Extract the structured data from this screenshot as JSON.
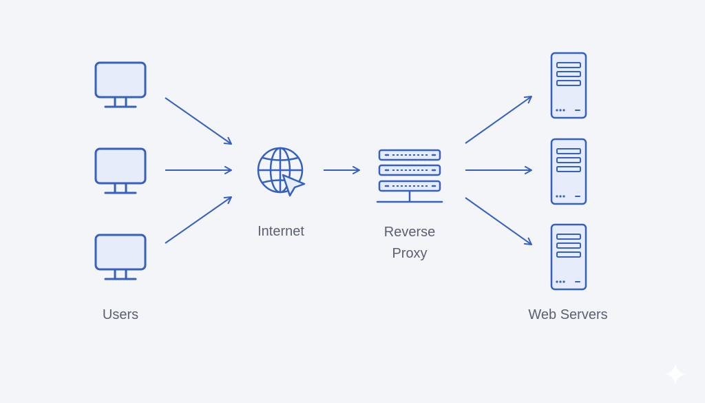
{
  "labels": {
    "users": "Users",
    "internet": "Internet",
    "proxy_line1": "Reverse",
    "proxy_line2": "Proxy",
    "web_servers": "Web Servers"
  },
  "icons": {
    "user_device": "desktop-monitor-icon",
    "internet": "globe-with-cursor-icon",
    "proxy": "rack-server-icon",
    "web_server": "tower-server-icon",
    "watermark": "sparkle-icon"
  },
  "colors": {
    "background": "#f4f5f8",
    "stroke": "#3461c1",
    "fill": "#e6ecf9",
    "label": "#5a5f73"
  }
}
